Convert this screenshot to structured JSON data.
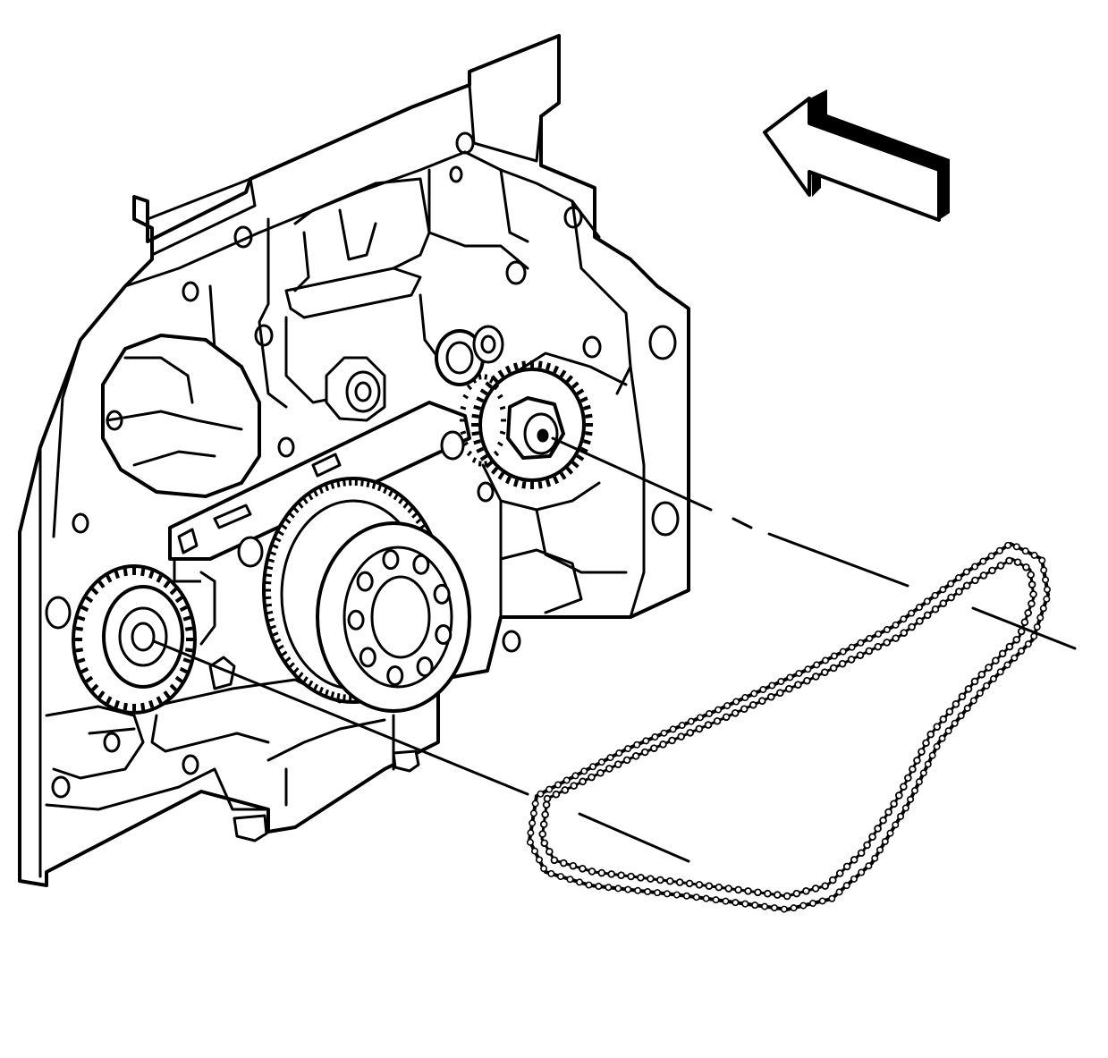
{
  "illustration": {
    "kind": "line-art service illustration",
    "labels": [],
    "colors": {
      "ink": "#000000",
      "paper": "#ffffff"
    },
    "parts": [
      "engine-front-cover",
      "camshaft-sprocket",
      "crankshaft-sprocket",
      "balance-shaft-gear",
      "chain-guide",
      "timing-chain",
      "direction-arrow",
      "alignment-leader-lines"
    ]
  }
}
